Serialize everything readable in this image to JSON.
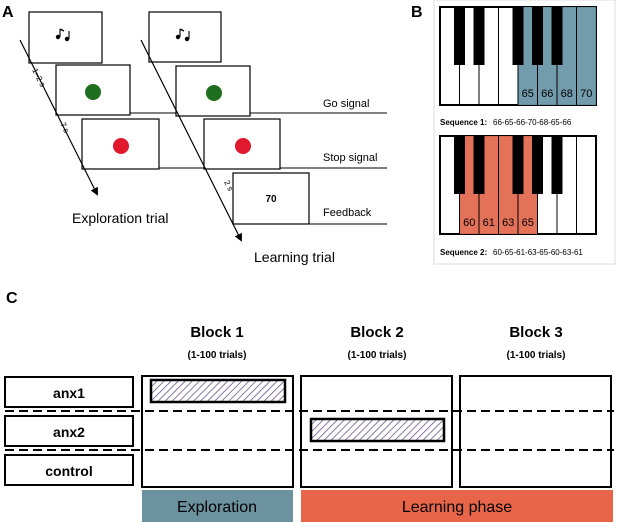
{
  "panel_a": {
    "letter": "A",
    "timing_1": "1–2 s",
    "timing_2": "7 s",
    "timing_3": "2 s",
    "go_signal": "Go signal",
    "stop_signal": "Stop signal",
    "feedback": "Feedback",
    "feedback_value": "70",
    "exploration_trial": "Exploration trial",
    "learning_trial": "Learning trial",
    "note_icon": "music-notes-icon",
    "go_color": "#1f6d1f",
    "stop_color": "#e0192f"
  },
  "panel_b": {
    "letter": "B",
    "seq1_label": "Sequence 1:",
    "seq1_notes": "66-65-66-70-68-65-66",
    "seq2_label": "Sequence 2:",
    "seq2_notes": "60-65-61-63-65-60-63-61",
    "keys1": [
      "65",
      "66",
      "68",
      "70"
    ],
    "keys2": [
      "60",
      "61",
      "63",
      "65"
    ],
    "seq1_color": "#6a97a8",
    "seq2_color": "#e26a4f"
  },
  "panel_c": {
    "letter": "C",
    "blocks": [
      {
        "title": "Block 1",
        "trials": "(1-100 trials)"
      },
      {
        "title": "Block 2",
        "trials": "(1-100 trials)"
      },
      {
        "title": "Block 3",
        "trials": "(1-100 trials)"
      }
    ],
    "groups": [
      "anx1",
      "anx2",
      "control"
    ],
    "exploration": "Exploration",
    "learning_phase": "Learning phase",
    "exploration_color": "#6b929e",
    "learning_color": "#e8654a"
  }
}
